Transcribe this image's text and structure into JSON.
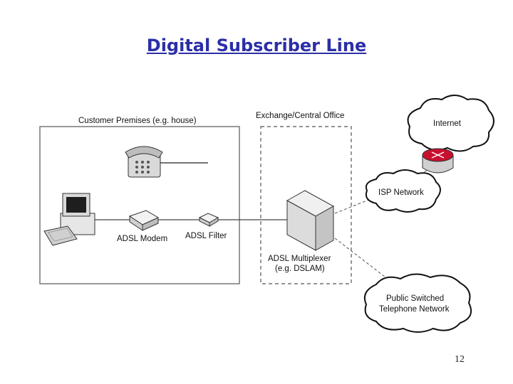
{
  "slide": {
    "title": "Digital Subscriber Line",
    "page_number": "12"
  },
  "diagram": {
    "customer_premises_label": "Customer Premises (e.g. house)",
    "exchange_label": "Exchange/Central Office",
    "internet_label": "Internet",
    "isp_label": "ISP Network",
    "pstn_label_line1": "Public Switched",
    "pstn_label_line2": "Telephone Network",
    "modem_label": "ADSL Modem",
    "filter_label": "ADSL Filter",
    "multiplexer_label_line1": "ADSL Multiplexer",
    "multiplexer_label_line2": "(e.g. DSLAM)"
  }
}
